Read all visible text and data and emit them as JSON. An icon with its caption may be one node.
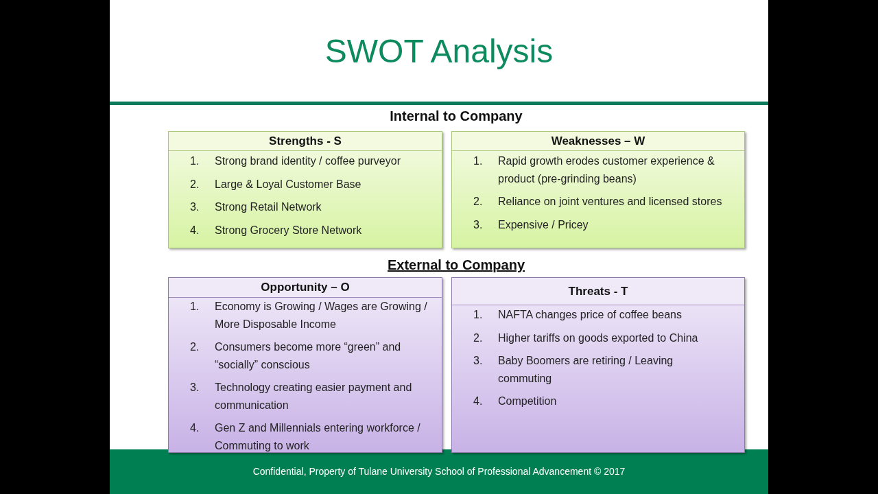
{
  "diagram": {
    "title": "SWOT Analysis",
    "nodes": [
      {
        "text": [
          "Strengths - S",
          "1.",
          "Strong brand identity / coffee purveyor",
          "2.",
          "Large & Loyal Customer Base",
          "3.",
          "Strong Retail Network",
          "4.",
          "Strong Grocery Store Network"
        ]
      },
      {
        "text": [
          "Weaknesses – W",
          "1.",
          "Rapid growth erodes customer experience & product (pre-grinding beans)",
          "2.",
          "Reliance on joint ventures and licensed stores",
          "3.",
          "Expensive / Pricey"
        ]
      },
      {
        "text": [
          "Opportunity – O",
          "1.",
          "Economy is Growing / Wages are Growing / More Disposable Income",
          "2.",
          "Consumers become more “green” and “socially” conscious",
          "3.",
          "Technology creating easier payment and communication",
          "4.",
          "Gen Z and Millennials entering workforce / Commuting to work"
        ]
      },
      {
        "text": [
          "Threats - T",
          "1.",
          "NAFTA changes price of coffee beans",
          "2.",
          "Higher tariffs on goods exported to China",
          "3.",
          "Baby Boomers are retiring / Leaving commuting",
          "4.",
          "Competition"
        ]
      }
    ],
    "labels": [
      "Internal to Company",
      "External to Company",
      "Confidential, Property of Tulane University School of Professional Advancement © 2017"
    ]
  }
}
